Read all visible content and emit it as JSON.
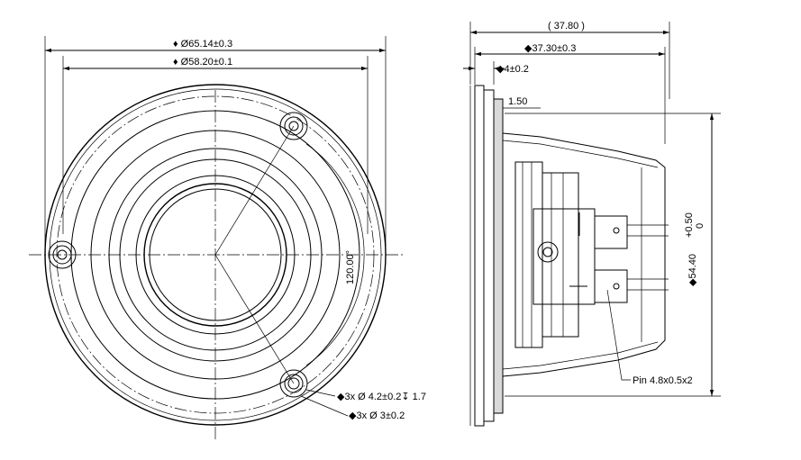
{
  "front_view": {
    "outer_diameter": "♦ Ø65.14±0.3",
    "inner_diameter": "♦ Ø58.20±0.1",
    "angle": "120.00°",
    "hole_countersink": "◆3x Ø 4.2±0.2↧ 1.7",
    "hole_through": "◆3x Ø 3±0.2"
  },
  "side_view": {
    "overall_depth": "( 37.80 )",
    "depth": "◆37.30±0.3",
    "flange": "◆4±0.2",
    "step": "1.50",
    "height_main": "◆54.40",
    "height_tol_upper": "+0.50",
    "height_tol_lower": "0",
    "pin": "Pin 4.8x0.5x2"
  }
}
